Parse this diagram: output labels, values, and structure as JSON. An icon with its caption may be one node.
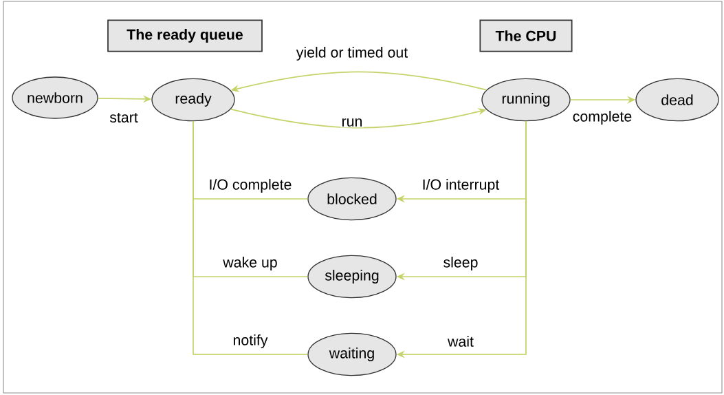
{
  "diagram": {
    "nodes": [
      {
        "text": [
          "The ready queue"
        ]
      },
      {
        "text": [
          "The CPU"
        ]
      },
      {
        "text": [
          "newborn"
        ]
      },
      {
        "text": [
          "ready"
        ]
      },
      {
        "text": [
          "running"
        ]
      },
      {
        "text": [
          "dead"
        ]
      },
      {
        "text": [
          "blocked"
        ]
      },
      {
        "text": [
          "sleeping"
        ]
      },
      {
        "text": [
          "waiting"
        ]
      }
    ],
    "edges": [
      {
        "from": 2,
        "to": 3,
        "arrow": "to",
        "label": "start"
      },
      {
        "from": 4,
        "to": 3,
        "arrow": "to",
        "label": "yield or timed out"
      },
      {
        "from": 3,
        "to": 4,
        "arrow": "to",
        "label": "run"
      },
      {
        "from": 4,
        "to": 5,
        "arrow": "to",
        "label": "complete"
      },
      {
        "from": 6,
        "to": 3,
        "arrow": "none",
        "label": "I/O complete"
      },
      {
        "from": 7,
        "to": 3,
        "arrow": "none",
        "label": "wake up"
      },
      {
        "from": 8,
        "to": 3,
        "arrow": "none",
        "label": "notify"
      },
      {
        "from": 4,
        "to": 6,
        "arrow": "to",
        "label": "I/O interrupt"
      },
      {
        "from": 4,
        "to": 7,
        "arrow": "to",
        "label": "sleep"
      },
      {
        "from": 4,
        "to": 8,
        "arrow": "to",
        "label": "wait"
      }
    ]
  }
}
